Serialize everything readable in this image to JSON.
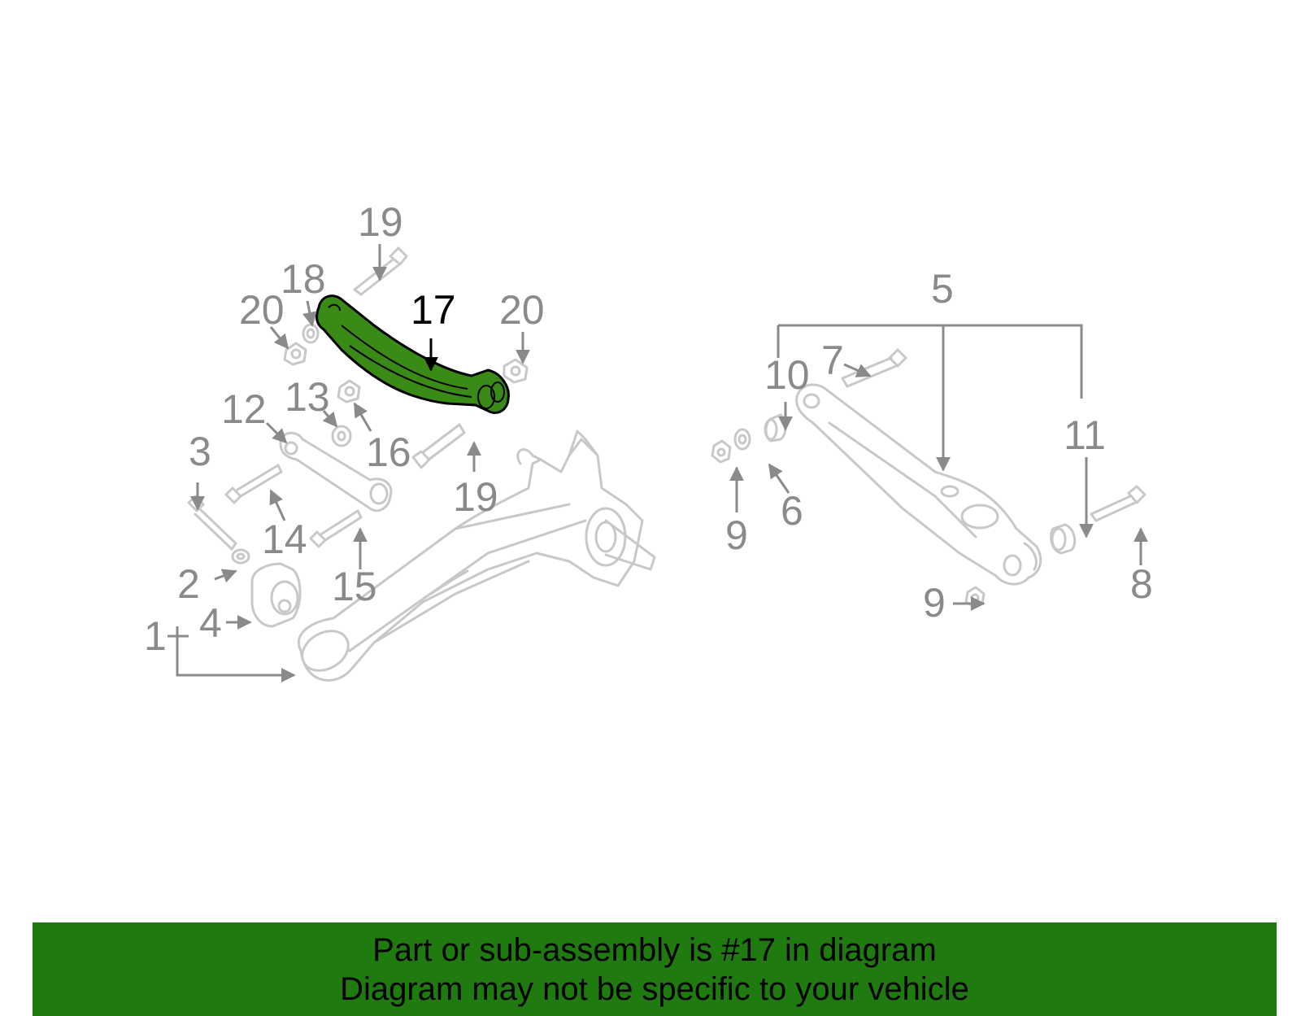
{
  "highlight_color": "#3a8a17",
  "banner_color": "#1f7a0f",
  "highlighted_part": "17",
  "callouts": {
    "c1": "1",
    "c2": "2",
    "c3": "3",
    "c4": "4",
    "c5": "5",
    "c6": "6",
    "c7": "7",
    "c8": "8",
    "c9a": "9",
    "c9b": "9",
    "c10": "10",
    "c11": "11",
    "c12": "12",
    "c13": "13",
    "c14": "14",
    "c15": "15",
    "c16": "16",
    "c17": "17",
    "c18": "18",
    "c19a": "19",
    "c19b": "19",
    "c20a": "20",
    "c20b": "20"
  },
  "banner": {
    "line1": "Part or sub-assembly is #17 in diagram",
    "line2": "Diagram may not be specific to your vehicle"
  }
}
